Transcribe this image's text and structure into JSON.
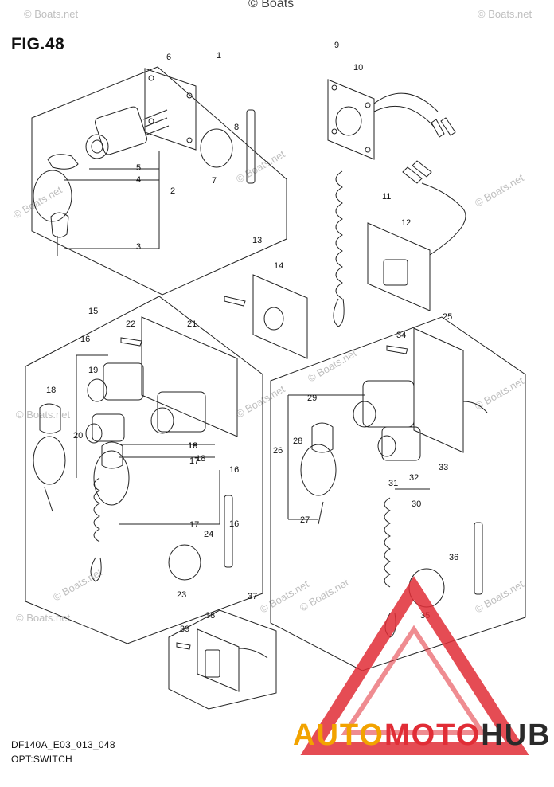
{
  "header": {
    "figure": "FIG.48",
    "copyright_top": "© Boats"
  },
  "footer": {
    "code": "DF140A_E03_013_048",
    "title": "OPT:SWITCH"
  },
  "watermark": {
    "text": "© Boats.net"
  },
  "brand": {
    "part1": "AUTO",
    "part2": "MOTO",
    "part3": "HUB"
  },
  "callouts": [
    "1",
    "2",
    "3",
    "4",
    "5",
    "6",
    "7",
    "8",
    "9",
    "10",
    "11",
    "12",
    "13",
    "14",
    "15",
    "16",
    "16",
    "16",
    "17",
    "17",
    "18",
    "18",
    "18",
    "19",
    "19",
    "20",
    "21",
    "22",
    "23",
    "24",
    "25",
    "26",
    "27",
    "28",
    "29",
    "30",
    "31",
    "32",
    "33",
    "34",
    "35",
    "36",
    "37",
    "38",
    "39"
  ],
  "colors": {
    "line": "#222222",
    "watermark": "#bfbfbf",
    "brand_orange": "#f2a300",
    "brand_red": "#e12d36",
    "brand_dark": "#2a2a2a"
  }
}
